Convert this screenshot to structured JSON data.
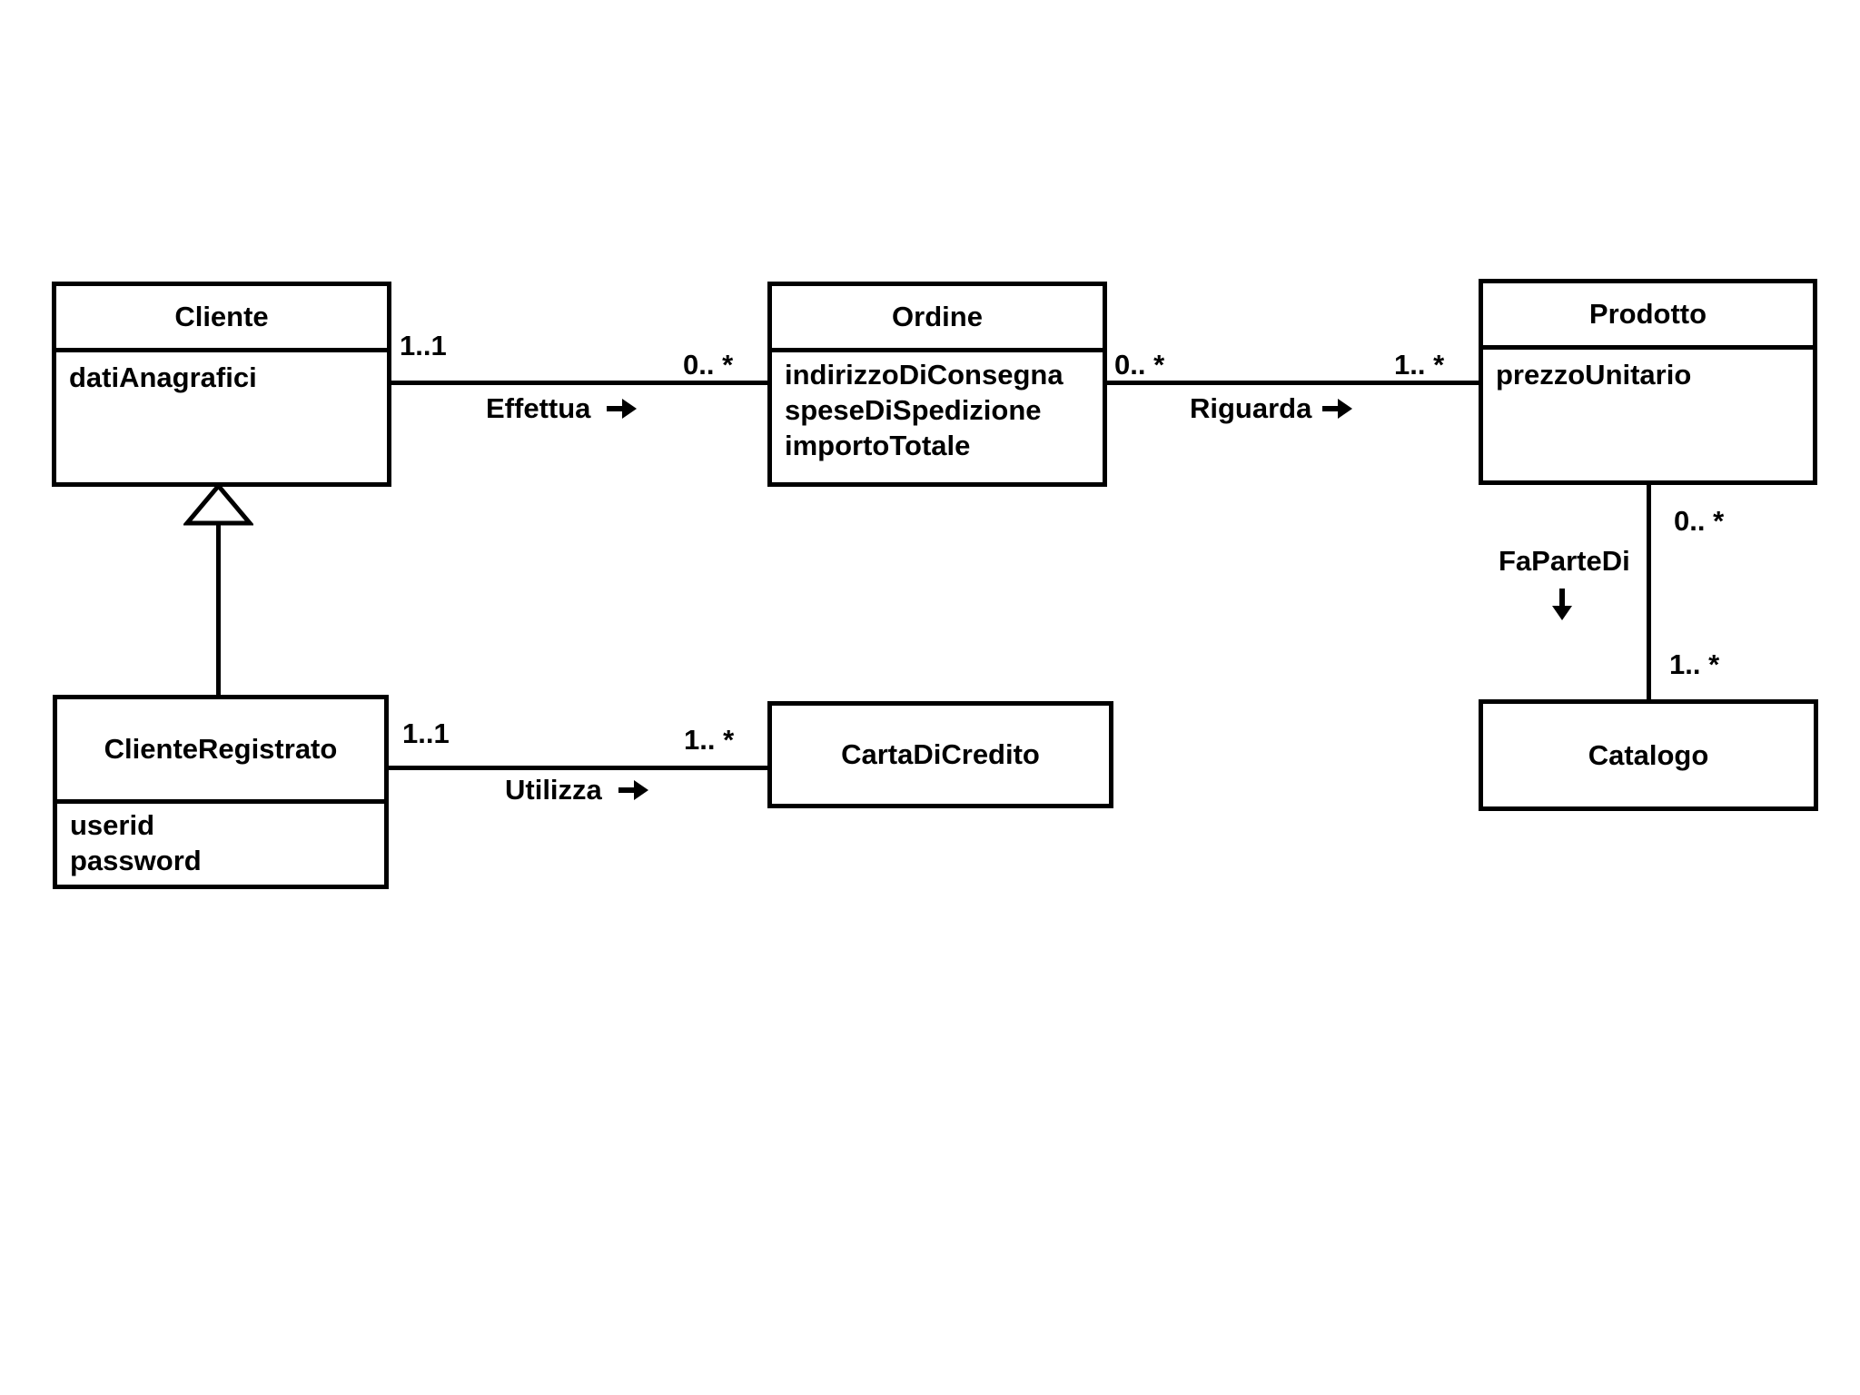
{
  "diagram": {
    "type": "uml-class-diagram",
    "classes": [
      {
        "id": "cliente",
        "name": "Cliente",
        "attributes": [
          "datiAnagrafici"
        ]
      },
      {
        "id": "ordine",
        "name": "Ordine",
        "attributes": [
          "indirizzoDiConsegna",
          "speseDiSpedizione",
          "importoTotale"
        ]
      },
      {
        "id": "prodotto",
        "name": "Prodotto",
        "attributes": [
          "prezzoUnitario"
        ]
      },
      {
        "id": "clienteRegistrato",
        "name": "ClienteRegistrato",
        "attributes": [
          "userid",
          "password"
        ]
      },
      {
        "id": "cartaDiCredito",
        "name": "CartaDiCredito",
        "attributes": []
      },
      {
        "id": "catalogo",
        "name": "Catalogo",
        "attributes": []
      }
    ],
    "associations": [
      {
        "name": "Effettua",
        "from": "Cliente",
        "to": "Ordine",
        "from_multiplicity": "1..1",
        "to_multiplicity": "0.. *",
        "direction": "right"
      },
      {
        "name": "Riguarda",
        "from": "Ordine",
        "to": "Prodotto",
        "from_multiplicity": "0.. *",
        "to_multiplicity": "1.. *",
        "direction": "right"
      },
      {
        "name": "FaParteDi",
        "from": "Prodotto",
        "to": "Catalogo",
        "from_multiplicity": "0.. *",
        "to_multiplicity": "1.. *",
        "direction": "down"
      },
      {
        "name": "Utilizza",
        "from": "ClienteRegistrato",
        "to": "CartaDiCredito",
        "from_multiplicity": "1..1",
        "to_multiplicity": "1.. *",
        "direction": "right"
      }
    ],
    "generalization": {
      "child": "ClienteRegistrato",
      "parent": "Cliente"
    }
  },
  "icons": {
    "right_arrow": "right-arrow-icon",
    "down_arrow": "down-arrow-icon",
    "generalization": "generalization-triangle-icon"
  },
  "colors": {
    "background": "#ffffff",
    "line": "#000000",
    "text": "#000000"
  }
}
